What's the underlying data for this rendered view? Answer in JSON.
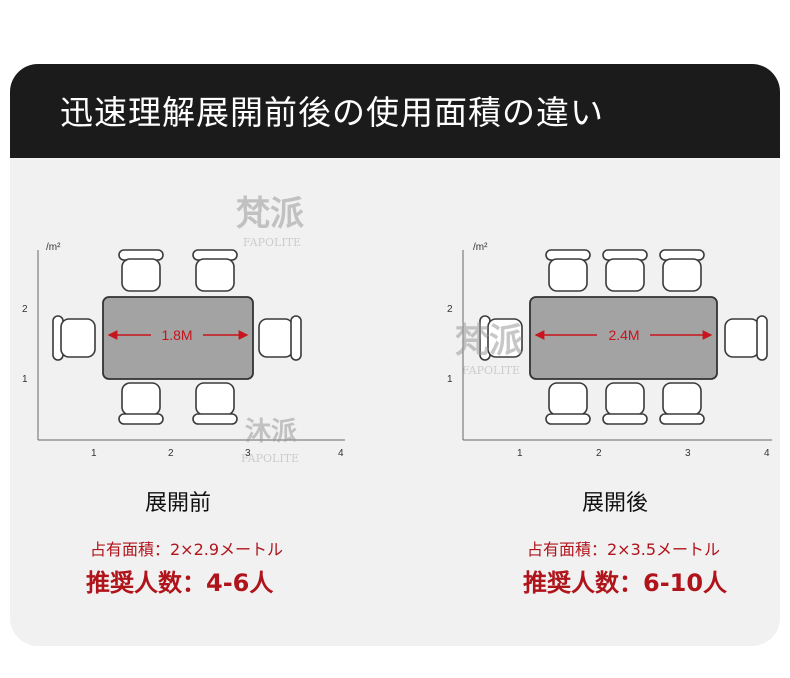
{
  "header": {
    "title": "迅速理解展開前後の使用面積の違い"
  },
  "watermarks": {
    "brand_cn": "梵派",
    "brand_cn_alt": "沐派",
    "brand_en": "FAPOLITE"
  },
  "layouts": [
    {
      "axis_unit": "/m²",
      "x_ticks": [
        "1",
        "2",
        "3",
        "4"
      ],
      "y_ticks": [
        "2",
        "1"
      ],
      "dimension_label": "1.8M",
      "caption": "展開前",
      "area_text": "占有面積：2×2.9メートル",
      "people_text": "推奨人数：4-6人"
    },
    {
      "axis_unit": "/m²",
      "x_ticks": [
        "1",
        "2",
        "3",
        "4"
      ],
      "y_ticks": [
        "2",
        "1"
      ],
      "dimension_label": "2.4M",
      "caption": "展開後",
      "area_text": "占有面積：2×3.5メートル",
      "people_text": "推奨人数：6-10人"
    }
  ],
  "colors": {
    "header_bg": "#1b1b1b",
    "card_bg": "#f1f1f1",
    "accent_red": "#b0141b",
    "table_fill": "#a3a3a3"
  }
}
